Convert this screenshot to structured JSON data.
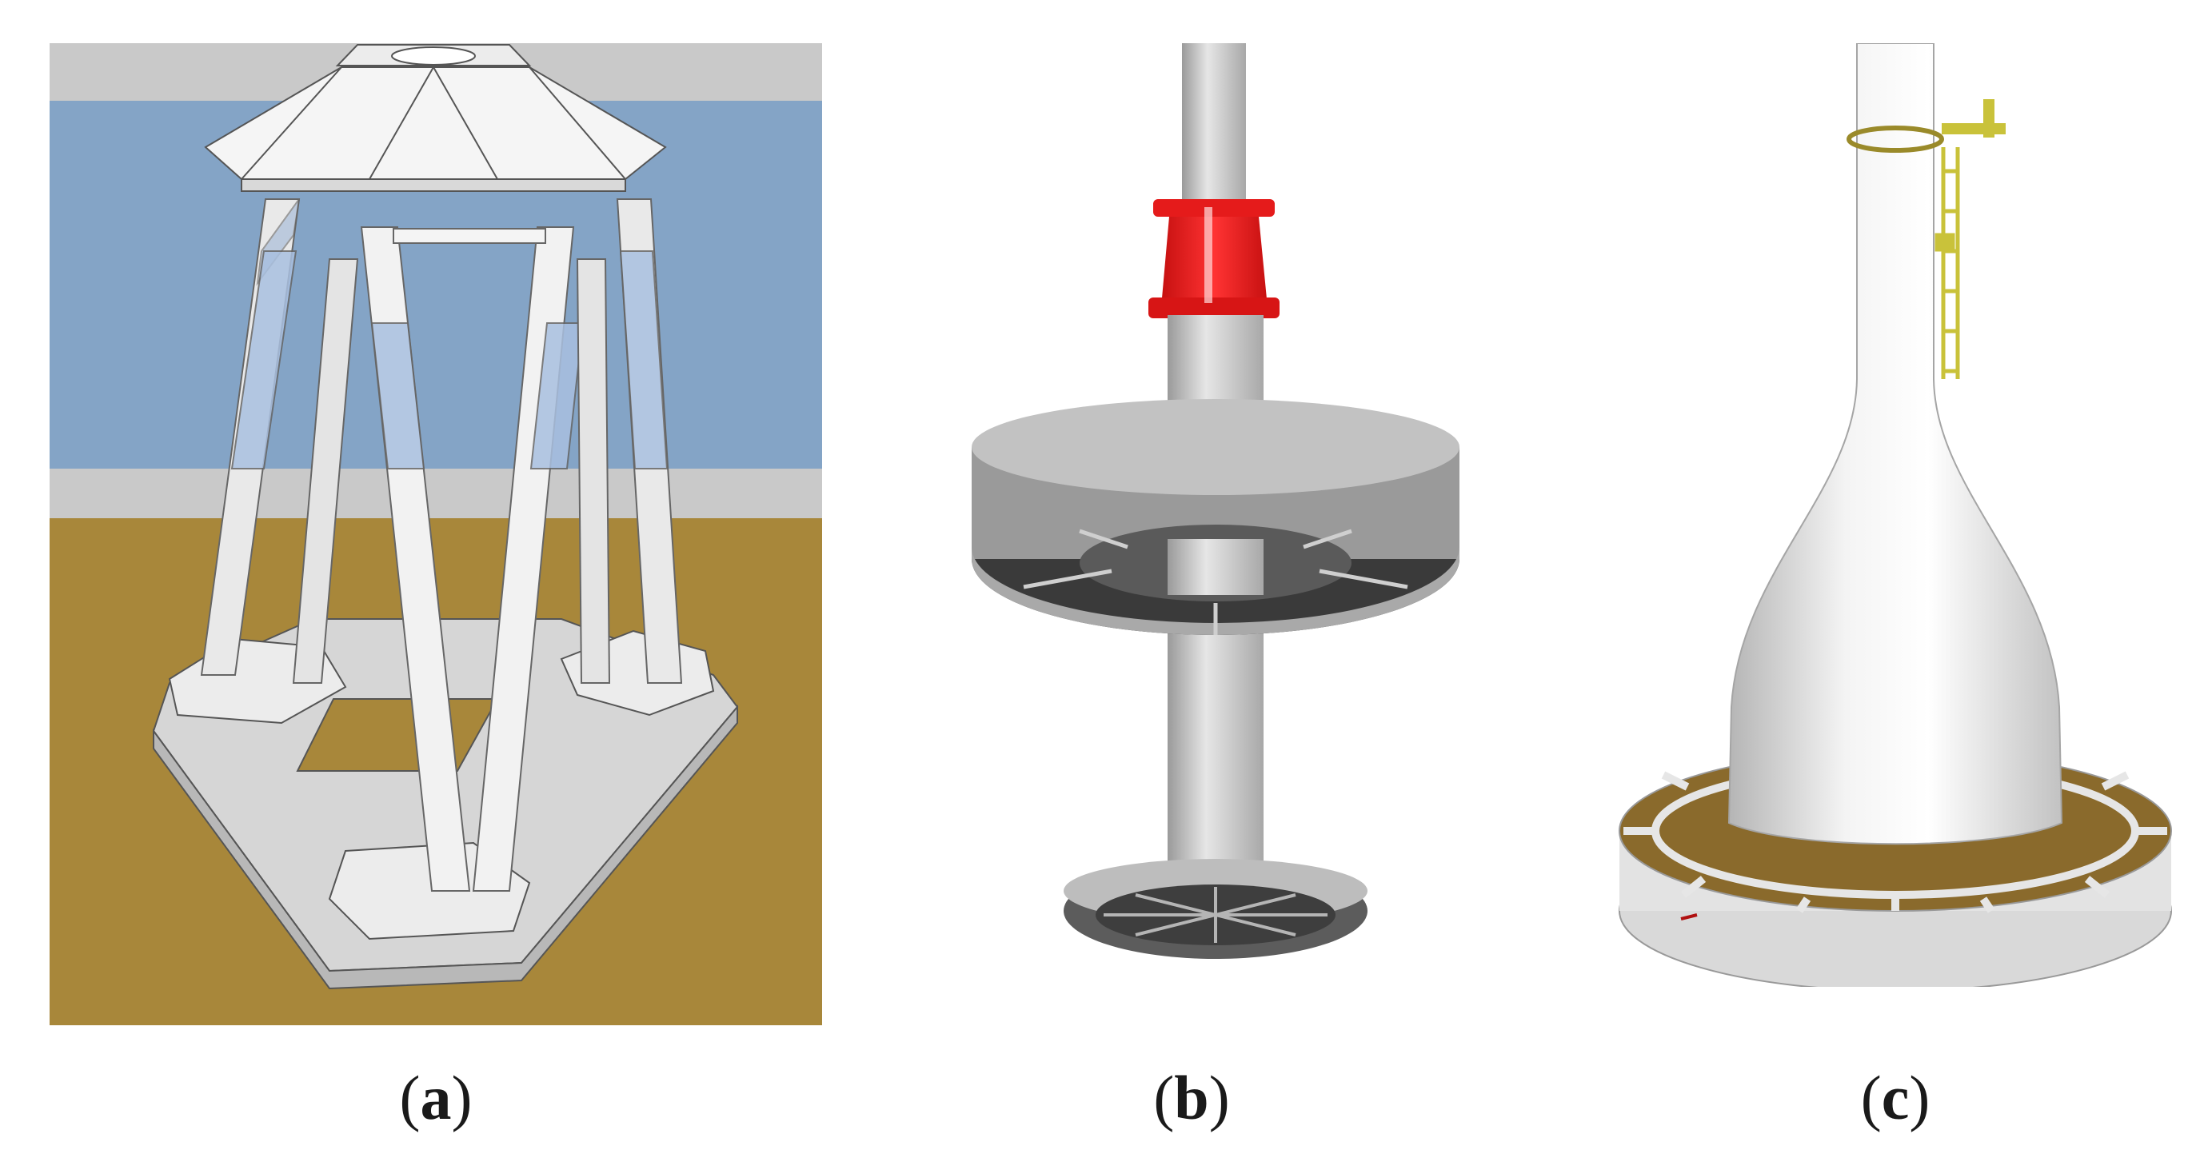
{
  "figure": {
    "panels": [
      {
        "id": "a",
        "caption_open": "(",
        "caption_letter": "a",
        "caption_close": ")"
      },
      {
        "id": "b",
        "caption_open": "(",
        "caption_letter": "b",
        "caption_close": ")"
      },
      {
        "id": "c",
        "caption_open": "(",
        "caption_letter": "c",
        "caption_close": ")"
      }
    ],
    "colors": {
      "sky": "#c9c9c9",
      "water": "#84a4c6",
      "seabed": "#a8873a",
      "structure_white": "#f2f2f2",
      "structure_grey": "#b9b9b9",
      "connector_red": "#e51b1b",
      "ladder_yellow": "#d8d23a",
      "ballast_brown": "#8a6a2c"
    },
    "icons": [
      "tetrapod-jacket-foundation",
      "spar-with-heave-plates",
      "gravity-bottle-spar"
    ]
  }
}
